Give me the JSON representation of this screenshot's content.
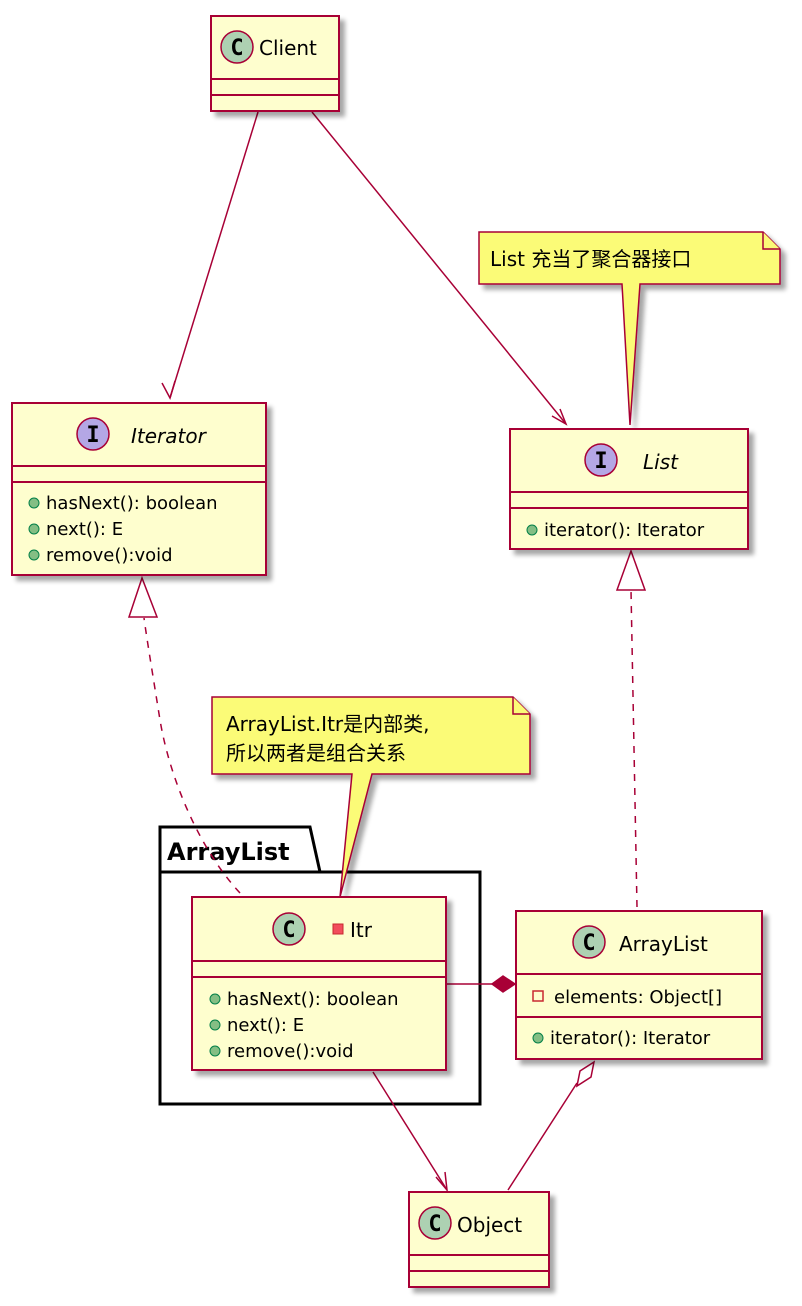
{
  "diagram": {
    "package": {
      "name": "ArrayList"
    },
    "classes": {
      "client": {
        "glyph": "C",
        "name": "Client"
      },
      "iterator": {
        "glyph": "I",
        "name": "Iterator",
        "methods": [
          "hasNext(): boolean",
          "next(): E",
          "remove():void"
        ]
      },
      "list": {
        "glyph": "I",
        "name": "List",
        "methods": [
          "iterator(): Iterator"
        ]
      },
      "itr": {
        "glyph": "C",
        "name": "Itr",
        "methods": [
          "hasNext(): boolean",
          "next(): E",
          "remove():void"
        ]
      },
      "arraylist": {
        "glyph": "C",
        "name": "ArrayList",
        "fields": [
          "elements: Object[]"
        ],
        "methods": [
          "iterator(): Iterator"
        ]
      },
      "object": {
        "glyph": "C",
        "name": "Object"
      }
    },
    "notes": {
      "list_note": {
        "lines": [
          "List 充当了聚合器接口"
        ]
      },
      "itr_note": {
        "lines": [
          "ArrayList.Itr是内部类,",
          "所以两者是组合关系"
        ]
      }
    },
    "colors": {
      "class_fill": "#fefece",
      "border": "#a80036",
      "note_fill": "#fbfb77",
      "class_glyph": "#add1b2",
      "interface_glyph": "#b4a7e5",
      "public_marker": "#84be84",
      "private_marker": "#c82930"
    }
  }
}
